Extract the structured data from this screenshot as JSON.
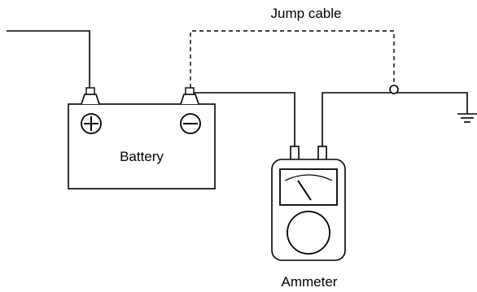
{
  "labels": {
    "jump_cable": "Jump cable",
    "battery": "Battery",
    "ammeter": "Ammeter"
  },
  "symbols": {
    "positive_terminal": "positive-terminal-icon",
    "negative_terminal": "negative-terminal-icon",
    "ground": "ground-icon",
    "ammeter_dial": "meter-dial-icon"
  }
}
